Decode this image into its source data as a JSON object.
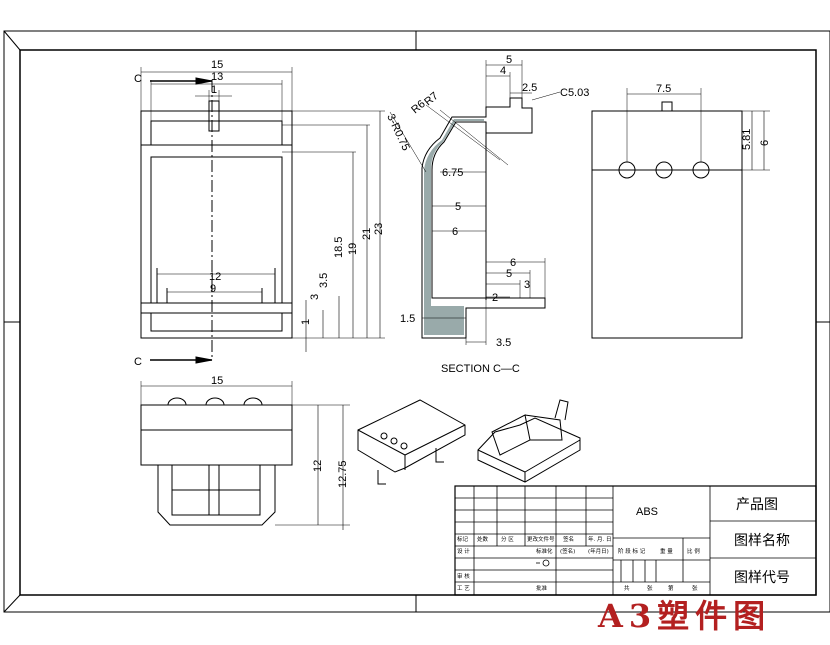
{
  "dims": {
    "top": {
      "d15": "15",
      "d13": "13",
      "d1": "1",
      "d12": "12",
      "d9": "9"
    },
    "right": {
      "d3": "3",
      "d35": "3.5",
      "d185": "18.5",
      "d19": "19",
      "d21": "21",
      "d23": "23",
      "d1": "1"
    },
    "section": {
      "d5": "5",
      "d4": "4",
      "d25": "2.5",
      "c503": "C5.03",
      "r7": "R7",
      "r6": "R6",
      "r075": "3-R0.75",
      "d675": "6.75",
      "d5b": "5",
      "d6": "6",
      "d6b": "6",
      "d5c": "5",
      "d3": "3",
      "d2": "2",
      "d15": "1.5",
      "d35": "3.5"
    },
    "side": {
      "d75": "7.5",
      "d581": "5.81",
      "d6": "6"
    },
    "bottom": {
      "d15": "15",
      "d12": "12",
      "d1275": "12.75"
    }
  },
  "labels": {
    "section_title": "SECTION  C—C",
    "c_top": "C",
    "c_bottom": "C"
  },
  "title_block": {
    "material": "ABS",
    "product": "产品图",
    "drawing_name": "图样名称",
    "drawing_code": "图样代号",
    "row1": [
      "标记",
      "处数",
      "分 区",
      "更改文件号",
      "签名",
      "年. 月. 日"
    ],
    "row2": [
      "设 计",
      "标准化",
      "(签名)",
      "(年月日)"
    ],
    "stage": [
      "阶 段 标 记",
      "重 量",
      "比 例"
    ],
    "row3": [
      "审 核"
    ],
    "row4": [
      "工 艺",
      "批准"
    ],
    "row5": [
      "共",
      "张",
      "第",
      "张"
    ]
  },
  "watermark": "A3塑件图"
}
